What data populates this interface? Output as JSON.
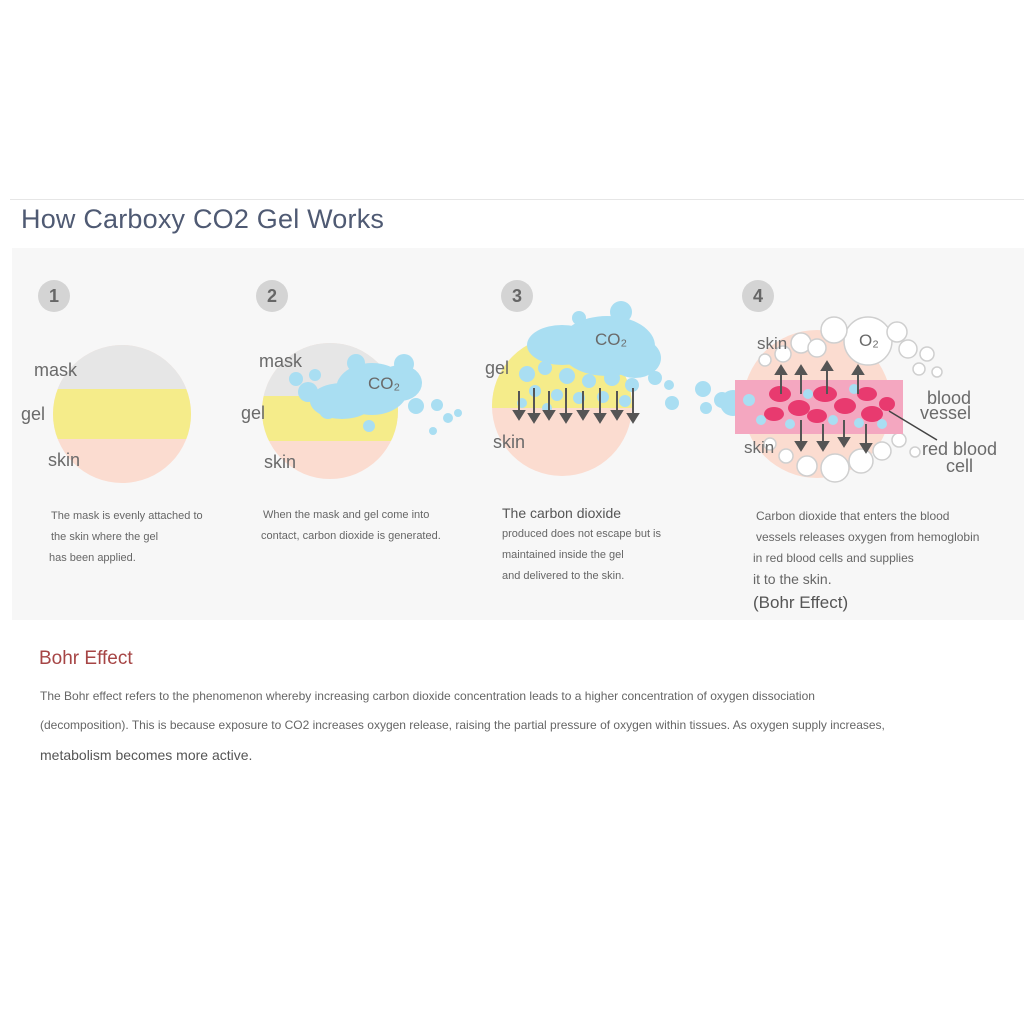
{
  "title": "How Carboxy CO2 Gel Works",
  "colors": {
    "mask": "#e6e6e6",
    "gel": "#f5ec8a",
    "skin": "#fbdcd0",
    "co2": "#a9def2",
    "blood_cell": "#e83a6f",
    "vessel": "#f4a7c0",
    "title": "#4f5a73",
    "heading": "#a64545"
  },
  "steps": [
    {
      "number": "1",
      "labels": {
        "mask": "mask",
        "gel": "gel",
        "skin": "skin"
      },
      "description": [
        "The mask is evenly attached to",
        "the skin where the gel",
        "has been applied."
      ]
    },
    {
      "number": "2",
      "labels": {
        "mask": "mask",
        "gel": "gel",
        "skin": "skin",
        "co2": "CO₂"
      },
      "description": [
        "When the mask and gel come into",
        "contact, carbon dioxide is generated."
      ]
    },
    {
      "number": "3",
      "labels": {
        "gel": "gel",
        "skin": "skin",
        "co2": "CO₂"
      },
      "description": [
        "The carbon dioxide",
        "produced does not escape but is",
        "maintained inside the gel",
        "and delivered to the skin."
      ]
    },
    {
      "number": "4",
      "labels": {
        "skin_top": "skin",
        "skin_bottom": "skin",
        "o2": "O₂",
        "blood_vessel": "blood\nvessel",
        "red_blood_cell": "red blood\ncell"
      },
      "description": [
        "Carbon dioxide that enters the blood",
        "vessels releases oxygen from hemoglobin",
        "in red blood cells and supplies",
        "it to the skin."
      ],
      "note": "(Bohr Effect)"
    }
  ],
  "bohr": {
    "heading": "Bohr Effect",
    "lines": [
      "The Bohr effect refers to the phenomenon whereby increasing carbon dioxide concentration leads to a higher concentration of oxygen dissociation",
      "(decomposition). This is because exposure to CO2 increases oxygen release, raising the partial pressure of oxygen within tissues. As oxygen supply increases,",
      "metabolism becomes more active."
    ]
  }
}
